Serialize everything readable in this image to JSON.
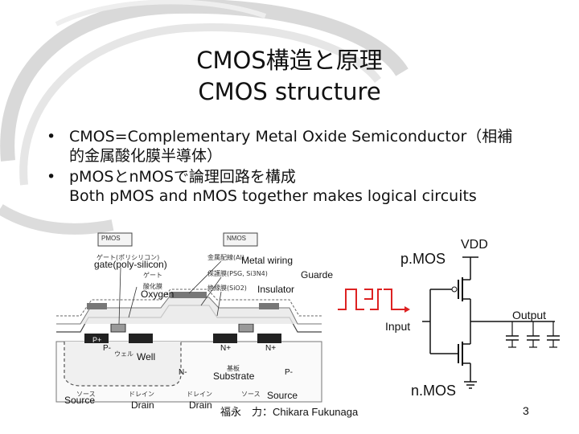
{
  "title_jp": "CMOS構造と原理",
  "title_en": "CMOS structure",
  "bullets": [
    {
      "line1": "CMOS=Complementary Metal Oxide Semiconductor（相補",
      "line2": "的金属酸化膜半導体）"
    },
    {
      "line1": "pMOSとnMOSで論理回路を構成",
      "line2": "Both pMOS and nMOS together makes logical circuits"
    }
  ],
  "diagram": {
    "pmos_box": "PMOS",
    "nmos_box": "NMOS",
    "jp_gate": "ゲート(ポリシリコン)",
    "jp_gate2": "ゲート",
    "jp_oxide": "酸化膜",
    "jp_metal": "金属配線(Al)",
    "jp_protect": "保護膜(PSG, Si3N4)",
    "jp_insulator": "絶縁膜(SiO2)",
    "jp_well": "ウェル",
    "jp_substrate": "基板",
    "jp_source": "ソース",
    "jp_drain": "ドレイン",
    "jp_drain2": "ドレイン",
    "jp_source2": "ソース",
    "gate_label": "gate(poly-silicon)",
    "metal_label": "Metal wiring",
    "guard_label": "Guarde",
    "insulator_label": "Insulator",
    "oxygen_label": "Oxygen",
    "well_label": "Well",
    "substrate_label": "Substrate",
    "source_label": "Source",
    "drain_label_1": "Drain",
    "drain_label_2": "Drain",
    "source_label_2": "Source",
    "p_plus": "P+",
    "p_minus": "P-",
    "n_plus_1": "N+",
    "n_plus_2": "N+",
    "n_minus": "N-",
    "p_right": "P-"
  },
  "circuit": {
    "pmos_label": "p.MOS",
    "nmos_label": "n.MOS",
    "vdd_label": "VDD",
    "input_label": "Input",
    "output_label": "Output"
  },
  "credit": "福永　力：Chikara Fukunaga",
  "page_number": "3"
}
